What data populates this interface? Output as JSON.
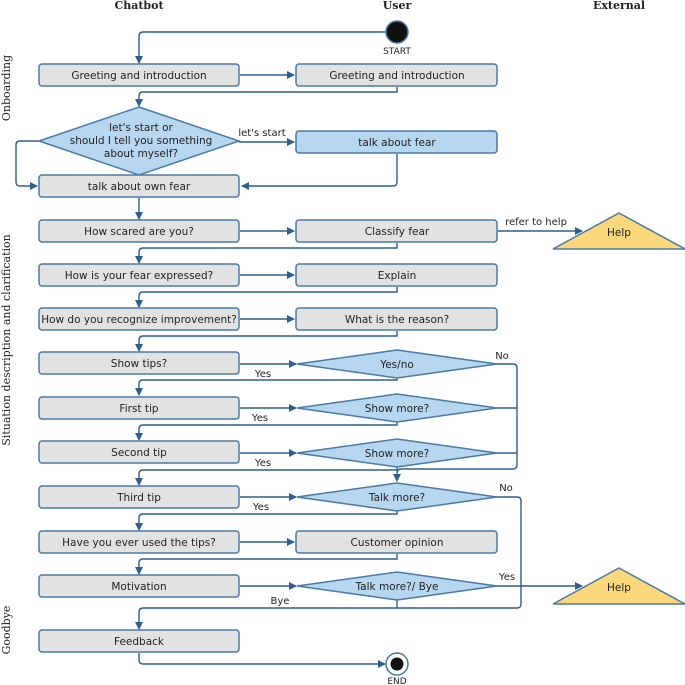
{
  "lanes": {
    "chatbot": "Chatbot",
    "user": "User",
    "external": "External"
  },
  "phases": {
    "onboarding": "Onboarding",
    "situation": "Situation description and clarification",
    "goodbye": "Goodbye"
  },
  "terminals": {
    "start": "START",
    "end": "END"
  },
  "nodes": {
    "greeting_bot": "Greeting and introduction",
    "greeting_user": "Greeting and introduction",
    "lets_start_1": "let's start or",
    "lets_start_2": "should I tell you something",
    "lets_start_3": "about myself?",
    "talk_about_fear": "talk about fear",
    "talk_own_fear": "talk about own fear",
    "how_scared": "How scared are you?",
    "classify_fear": "Classify fear",
    "help_1": "Help",
    "how_expressed": "How is your fear expressed?",
    "explain": "Explain",
    "recognize": "How do you recognize improvement?",
    "reason": "What is the reason?",
    "show_tips": "Show tips?",
    "yes_no": "Yes/no",
    "first_tip": "First tip",
    "show_more_1": "Show more?",
    "second_tip": "Second tip",
    "show_more_2": "Show more?",
    "third_tip": "Third tip",
    "talk_more": "Talk more?",
    "used_tips": "Have you ever used the tips?",
    "customer_opinion": "Customer opinion",
    "motivation": "Motivation",
    "talk_more_bye": "Talk more?/ Bye",
    "help_2": "Help",
    "feedback": "Feedback"
  },
  "edge_labels": {
    "lets_start": "let's start",
    "refer_to_help": "refer to help",
    "yes_show_tips": "Yes",
    "no_yesno": "No",
    "yes_first": "Yes",
    "yes_second": "Yes",
    "yes_third": "Yes",
    "no_talk_more": "No",
    "yes_help": "Yes",
    "bye": "Bye"
  },
  "colors": {
    "gray_fill": "#e2e2e2",
    "blue_fill": "#b7d6ef",
    "yellow_fill": "#fbd97a",
    "stroke": "#4a7aa6",
    "arrow": "#2f5f8a"
  }
}
